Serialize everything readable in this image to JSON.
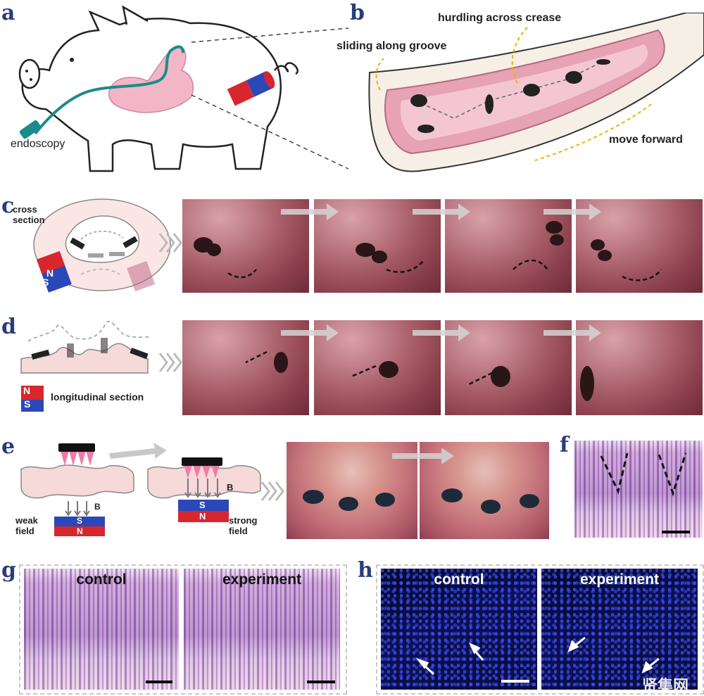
{
  "panels": {
    "a": {
      "label": "a",
      "endoscopy": "endoscopy"
    },
    "b": {
      "label": "b",
      "sliding": "sliding along groove",
      "hurdling": "hurdling across crease",
      "forward": "move forward"
    },
    "c": {
      "label": "c",
      "cross_section": "cross\nsection",
      "magnet_n": "N",
      "magnet_s": "S"
    },
    "d": {
      "label": "d",
      "longitudinal_section": "longitudinal section",
      "magnet_n": "N",
      "magnet_s": "S"
    },
    "e": {
      "label": "e",
      "b_field": "B",
      "weak_field": "weak\nfield",
      "strong_field": "strong\nfield",
      "magnet_s": "S",
      "magnet_n": "N"
    },
    "f": {
      "label": "f"
    },
    "g": {
      "label": "g",
      "control": "control",
      "experiment": "experiment"
    },
    "h": {
      "label": "h",
      "control": "control",
      "experiment": "experiment"
    }
  },
  "watermark": "贤集网",
  "colors": {
    "panel_label": "#2a3d7a",
    "magnet_red": "#d8262e",
    "magnet_blue": "#2a48b8",
    "arrow_gray": "#c8c8c8",
    "spike_pink": "#f07aa8"
  }
}
